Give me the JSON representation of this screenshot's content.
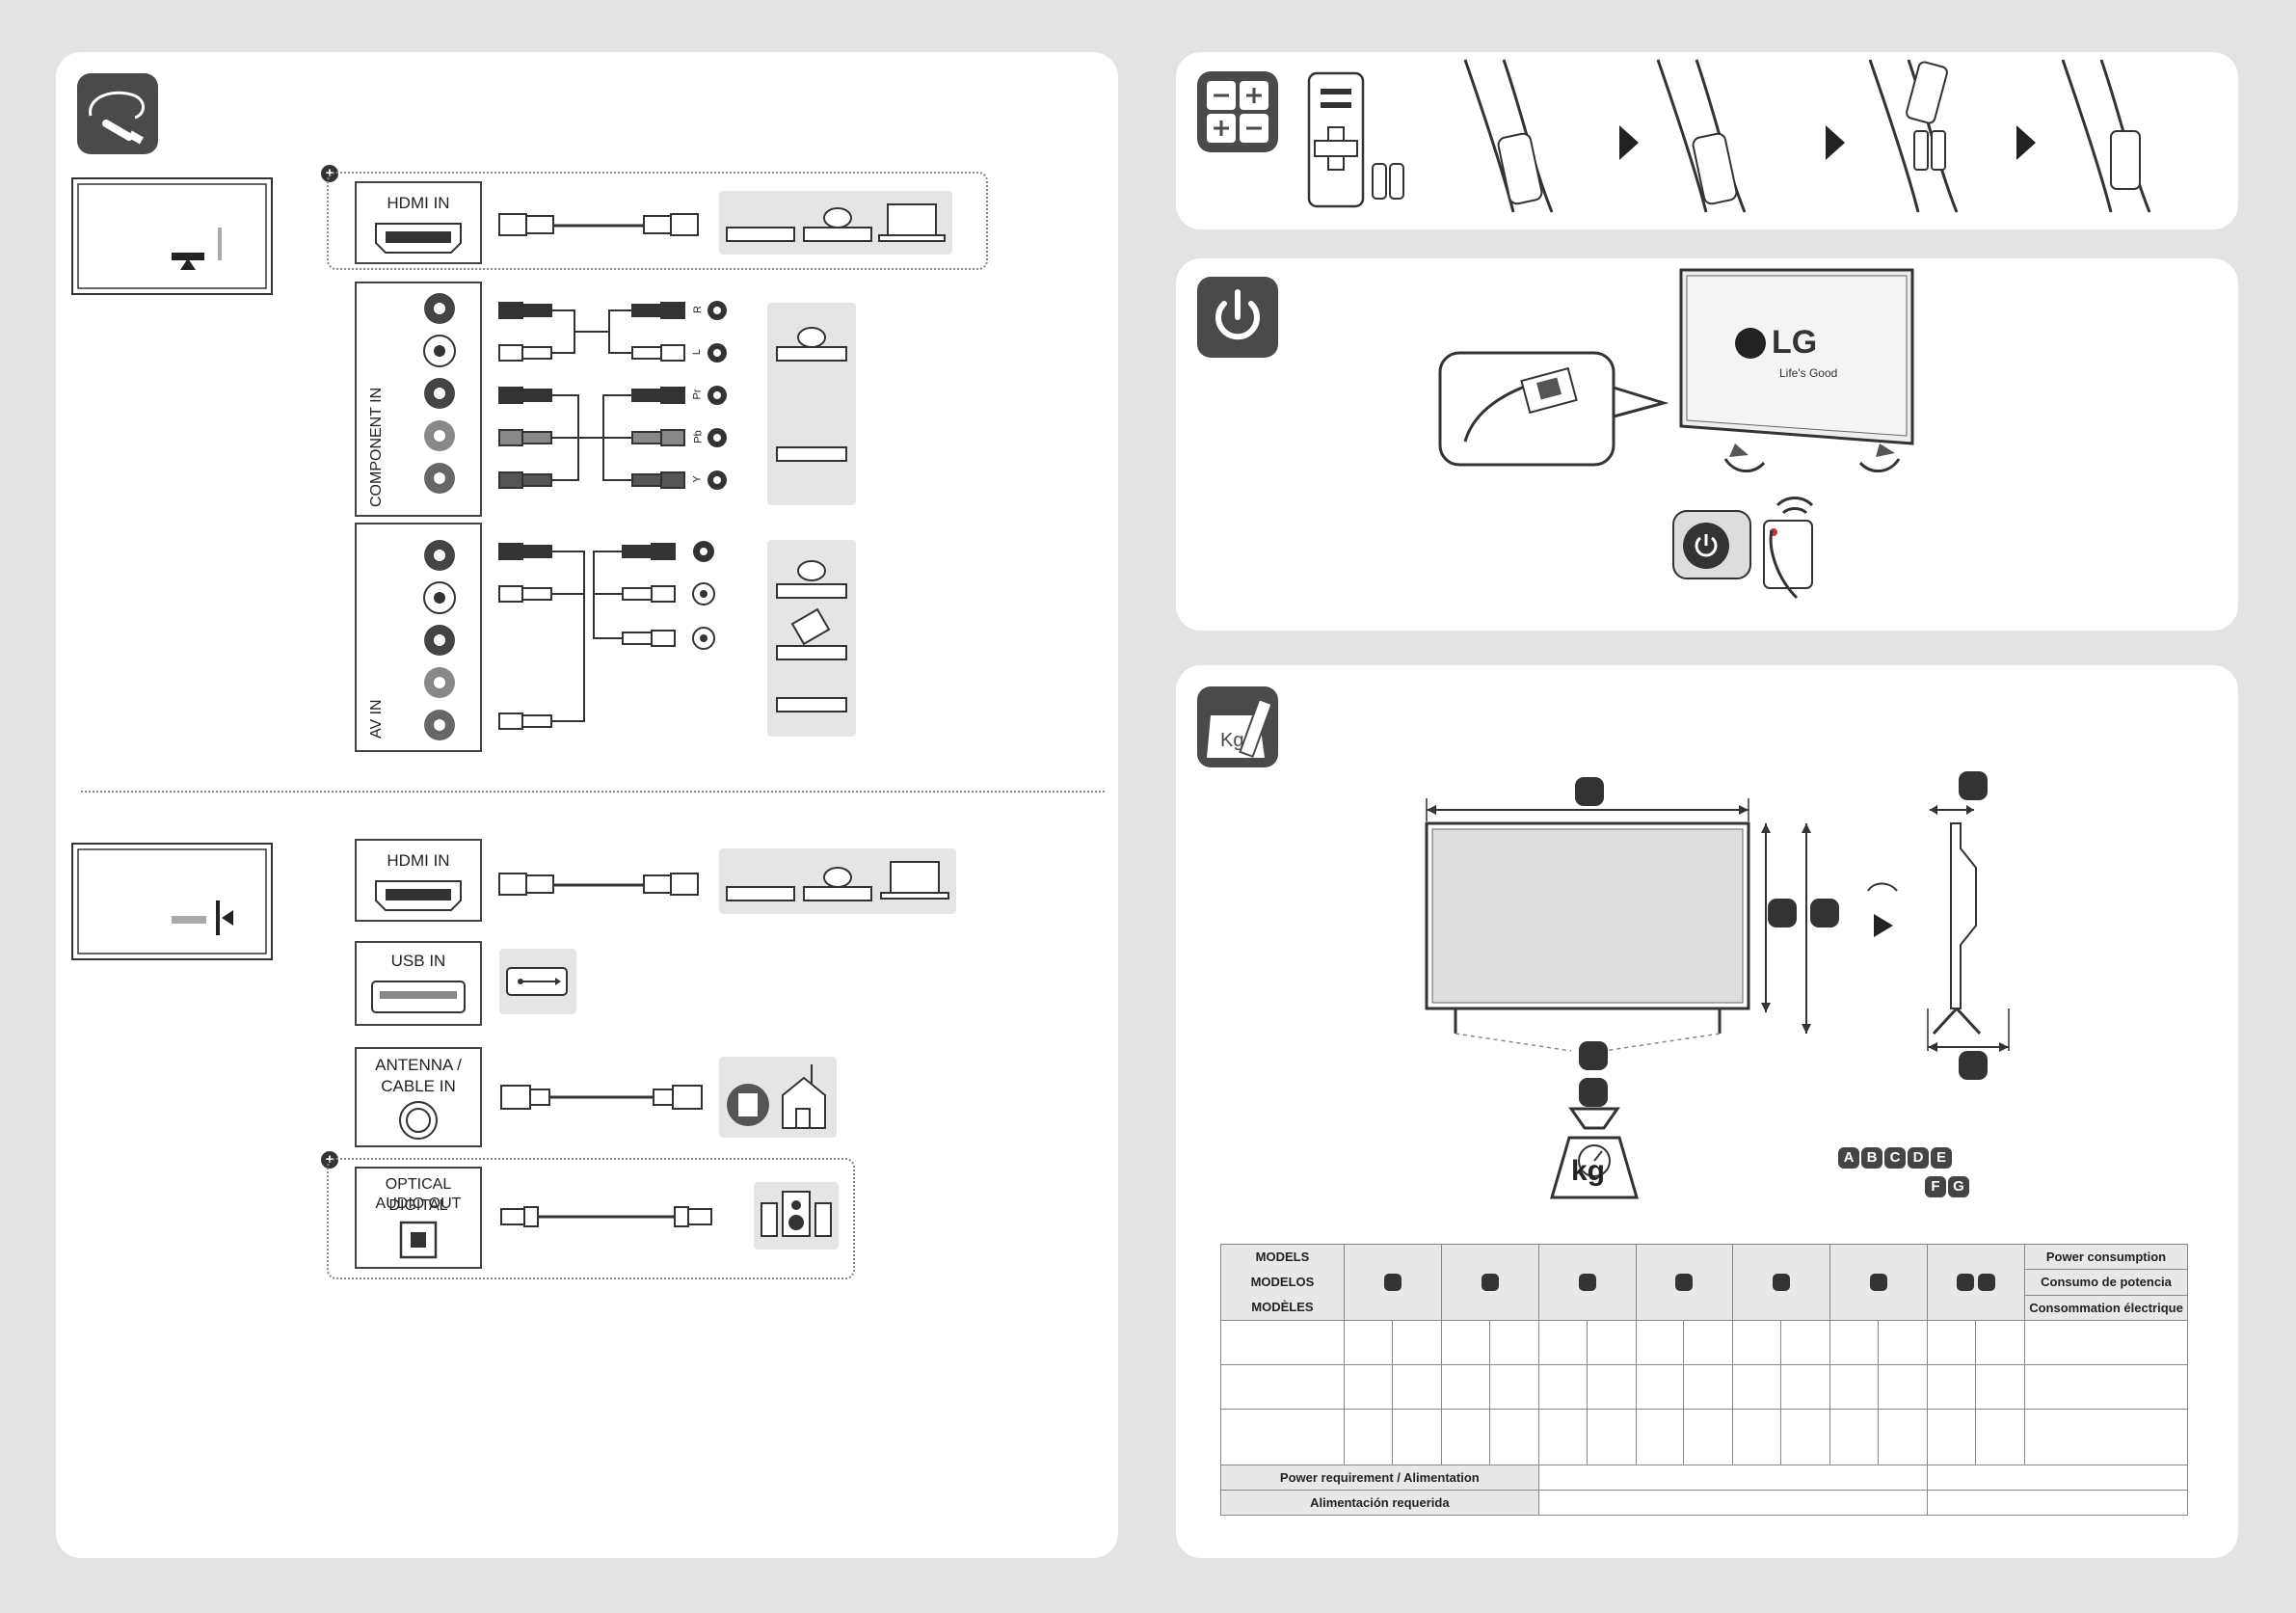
{
  "connections": {
    "hdmi_in": "HDMI IN",
    "component_in": "COMPONENT IN",
    "av_in": "AV IN",
    "component_labels": [
      "R",
      "L",
      "Pr",
      "Pb",
      "Y"
    ],
    "hdmi_in_2": "HDMI IN",
    "usb_in": "USB IN",
    "antenna_line1": "ANTENNA /",
    "antenna_line2": "CABLE IN",
    "optical_line1": "OPTICAL DIGITAL",
    "optical_line2": "AUDIO OUT"
  },
  "power": {
    "brand": "LG",
    "tagline": "Life's Good"
  },
  "dimensions": {
    "kg": "kg",
    "letters": [
      "A",
      "B",
      "C",
      "D",
      "E",
      "F",
      "G"
    ]
  },
  "table": {
    "models": [
      "MODELS",
      "MODELOS",
      "MODÈLES"
    ],
    "power_consumption": [
      "Power consumption",
      "Consumo de potencia",
      "Consommation électrique"
    ],
    "power_requirement": "Power requirement / Alimentation",
    "alimentacion": "Alimentación requerida"
  },
  "colors": {
    "badge": "#4a4a4a",
    "panel": "#ffffff",
    "background": "#e3e3e3"
  }
}
